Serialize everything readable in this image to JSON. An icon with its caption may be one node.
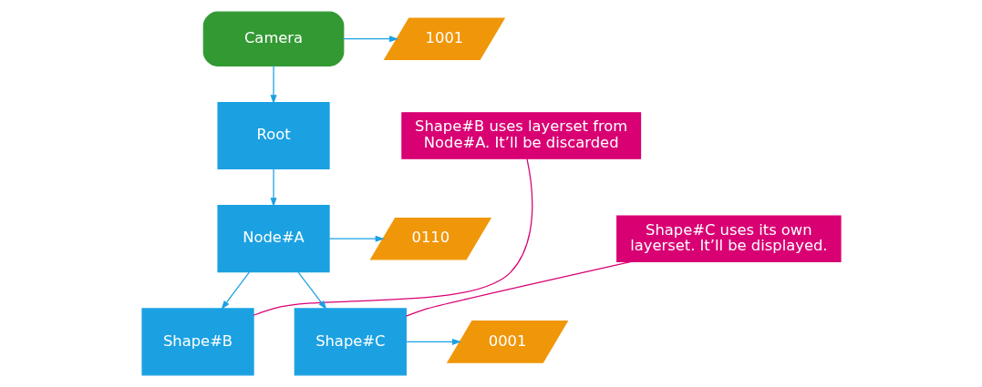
{
  "diagram": {
    "nodes": [
      {
        "text": [
          "Camera"
        ]
      },
      {
        "text": [
          "1001"
        ]
      },
      {
        "text": [
          "Root"
        ]
      },
      {
        "text": [
          "Shape#B uses layerset from Node#A. It’ll be discarded"
        ]
      },
      {
        "text": [
          "Node#A"
        ]
      },
      {
        "text": [
          "0110"
        ]
      },
      {
        "text": [
          "Shape#C uses its own layerset. It’ll be displayed."
        ]
      },
      {
        "text": [
          "Shape#B"
        ]
      },
      {
        "text": [
          "Shape#C"
        ]
      },
      {
        "text": [
          "0001"
        ]
      }
    ],
    "edges": [
      {
        "from": 0,
        "to": 1,
        "arrow": "to"
      },
      {
        "from": 0,
        "to": 2,
        "arrow": "to"
      },
      {
        "from": 2,
        "to": 4,
        "arrow": "to"
      },
      {
        "from": 4,
        "to": 5,
        "arrow": "to"
      },
      {
        "from": 4,
        "to": 7,
        "arrow": "to"
      },
      {
        "from": 4,
        "to": 8,
        "arrow": "to"
      },
      {
        "from": 8,
        "to": 9,
        "arrow": "to"
      },
      {
        "from": 3,
        "to": 7,
        "arrow": "none",
        "color": "#d80073"
      },
      {
        "from": 6,
        "to": 8,
        "arrow": "none",
        "color": "#d80073"
      }
    ]
  }
}
